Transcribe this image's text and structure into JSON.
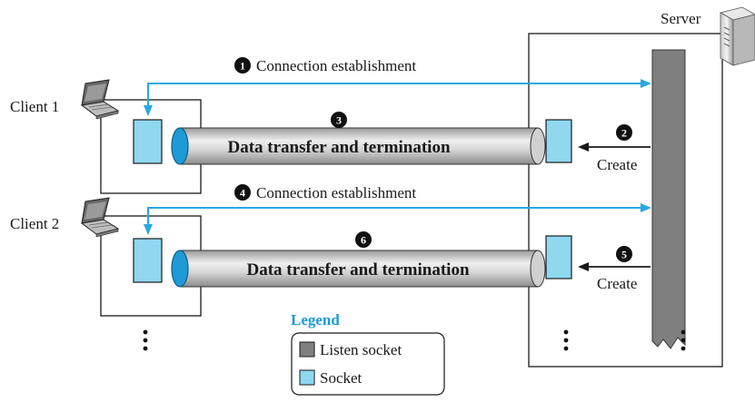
{
  "server": {
    "label": "Server"
  },
  "clients": [
    {
      "label": "Client 1"
    },
    {
      "label": "Client 2"
    }
  ],
  "steps": [
    {
      "number": "1",
      "label": "Connection establishment"
    },
    {
      "number": "2",
      "label": "Create"
    },
    {
      "number": "3",
      "label": "Data transfer and termination"
    },
    {
      "number": "4",
      "label": "Connection establishment"
    },
    {
      "number": "5",
      "label": "Create"
    },
    {
      "number": "6",
      "label": "Data transfer and termination"
    }
  ],
  "legend": {
    "title": "Legend",
    "items": [
      {
        "label": "Listen socket",
        "color": "#7f7f7f"
      },
      {
        "label": "Socket",
        "color": "#8fd8f0"
      }
    ]
  },
  "colors": {
    "arrow": "#29a8e0",
    "legend_title": "#1e9ad6",
    "socket_fill": "#8fd8f0",
    "listen_fill": "#7f7f7f",
    "pipe_end": "#1e9ad6"
  },
  "icons": {
    "laptop": "laptop-icon",
    "server": "server-tower-icon",
    "ellipsis": "vertical-ellipsis-icon"
  }
}
